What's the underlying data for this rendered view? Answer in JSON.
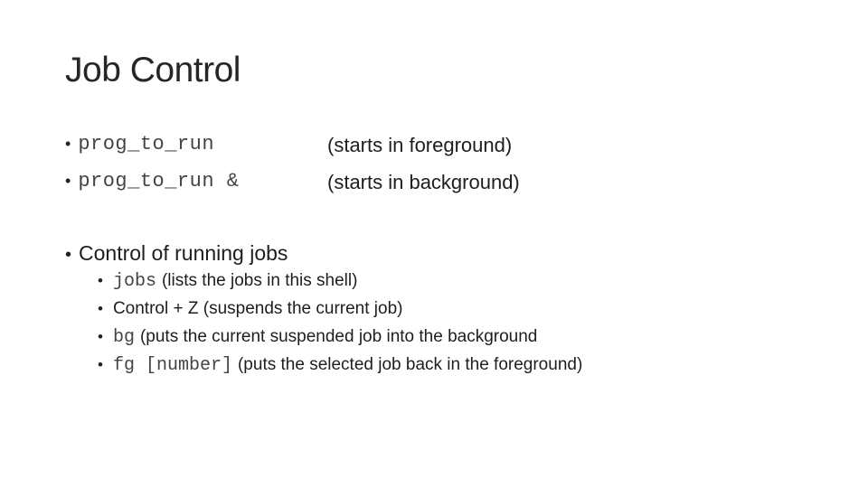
{
  "title": "Job Control",
  "launch_lines": [
    {
      "command": "prog_to_run",
      "note": "(starts in foreground)"
    },
    {
      "command": "prog_to_run &",
      "note": "(starts in background)"
    }
  ],
  "control_section": {
    "heading": "Control of running jobs",
    "items": [
      {
        "code": "jobs",
        "text": "(lists the jobs in this shell)"
      },
      {
        "code": "",
        "text": "Control + Z (suspends the current job)"
      },
      {
        "code": "bg",
        "text": "(puts the current suspended job into the background"
      },
      {
        "code": "fg [number]",
        "text": "(puts the selected job back in the foreground)"
      }
    ]
  },
  "bullet_char": "•"
}
